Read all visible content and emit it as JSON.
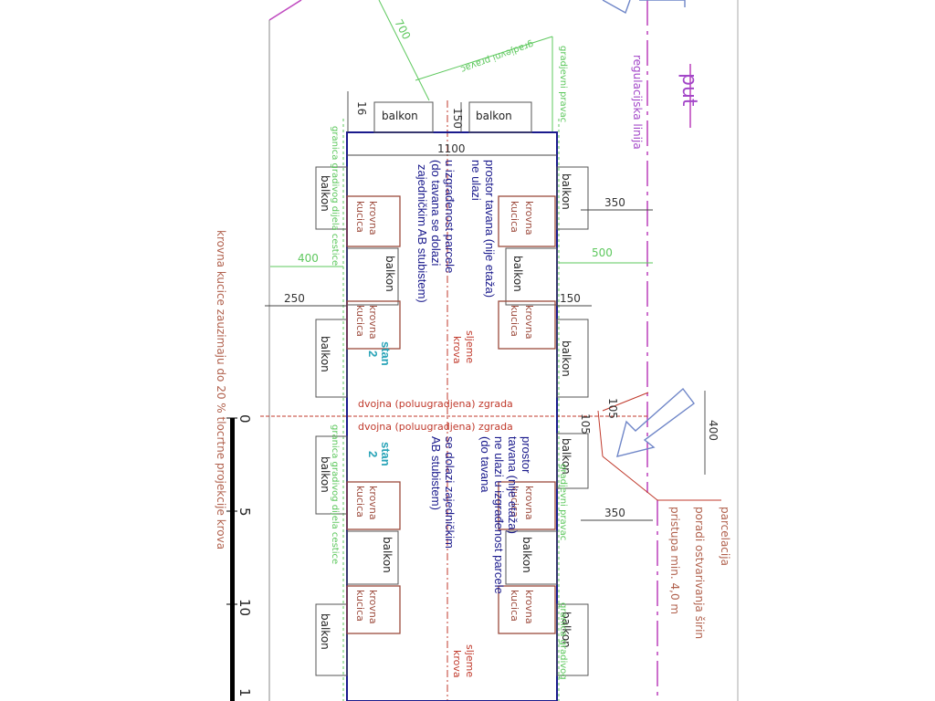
{
  "labels": {
    "balkon": "balkon",
    "krovna": "krovna",
    "kucica": "kucica",
    "stan": "stan",
    "stan_no": "2",
    "sljeme": "sljeme",
    "krova": "krova",
    "dvojna": "dvojna (poluugradjena) zgrada",
    "granica_gradivog": "granica gradivog dijela cestice",
    "gradjevni_pravac": "gradjevni pravac",
    "granica_short": "granica gradivog",
    "regulacijska": "regulacijska linija",
    "put": "put",
    "parcelacija_1": "parcelacija",
    "parcelacija_2": "poradi ostvarivanja širin",
    "parcelacija_3": "pristupa min. 4,0 m",
    "krovna_kucice_note": "krovna kucice zauzimaju do 20 % tlocrtne projekcije krova"
  },
  "notes": {
    "upper_1": "prostor tavana (nije etaža)",
    "upper_2": "ne ulazi",
    "upper_3": "u izgrađenost parcele",
    "upper_4": "(do tavana  se dolazi",
    "upper_5": "zajedničkim AB stubistem)",
    "lower_1": "prostor",
    "lower_2": "tavana (nije etaža)",
    "lower_3": "ne ulazi u izgrađenost parcele",
    "lower_4": "(do tavana",
    "lower_5": "se dolazi zajedničkim",
    "lower_6": "AB stubistem)"
  },
  "dimensions": {
    "d700": "700",
    "d16": "16",
    "d150": "150",
    "d1100": "1100",
    "d350": "350",
    "d500": "500",
    "d400": "400",
    "d250": "250",
    "d105": "105",
    "d105b": "105"
  },
  "scale_bar": {
    "ticks": [
      "0",
      "5",
      "10",
      "1"
    ]
  }
}
